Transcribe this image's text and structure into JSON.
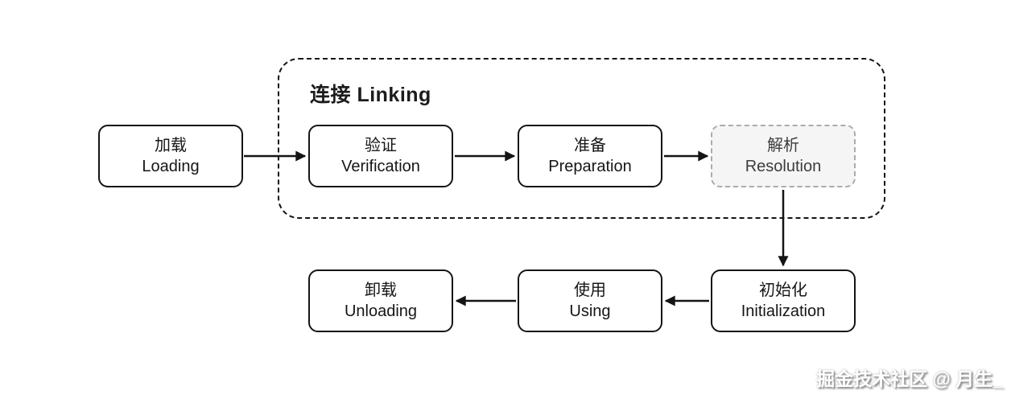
{
  "diagram": {
    "title": "连接 Linking",
    "nodes": {
      "loading": {
        "zh": "加载",
        "en": "Loading"
      },
      "verification": {
        "zh": "验证",
        "en": "Verification"
      },
      "preparation": {
        "zh": "准备",
        "en": "Preparation"
      },
      "resolution": {
        "zh": "解析",
        "en": "Resolution"
      },
      "initialization": {
        "zh": "初始化",
        "en": "Initialization"
      },
      "using": {
        "zh": "使用",
        "en": "Using"
      },
      "unloading": {
        "zh": "卸载",
        "en": "Unloading"
      }
    },
    "flow": [
      "loading -> verification",
      "verification -> preparation",
      "preparation -> resolution",
      "resolution -> initialization",
      "initialization -> using",
      "using -> unloading"
    ],
    "colors": {
      "line": "#141414",
      "node_border": "#141414",
      "node_bg": "#ffffff",
      "resolution_border": "#ababab",
      "resolution_bg": "#f5f5f5",
      "resolution_text": "#3d3d3d",
      "background": "#ffffff"
    },
    "watermark": "掘金技术社区 @ 月生_"
  }
}
